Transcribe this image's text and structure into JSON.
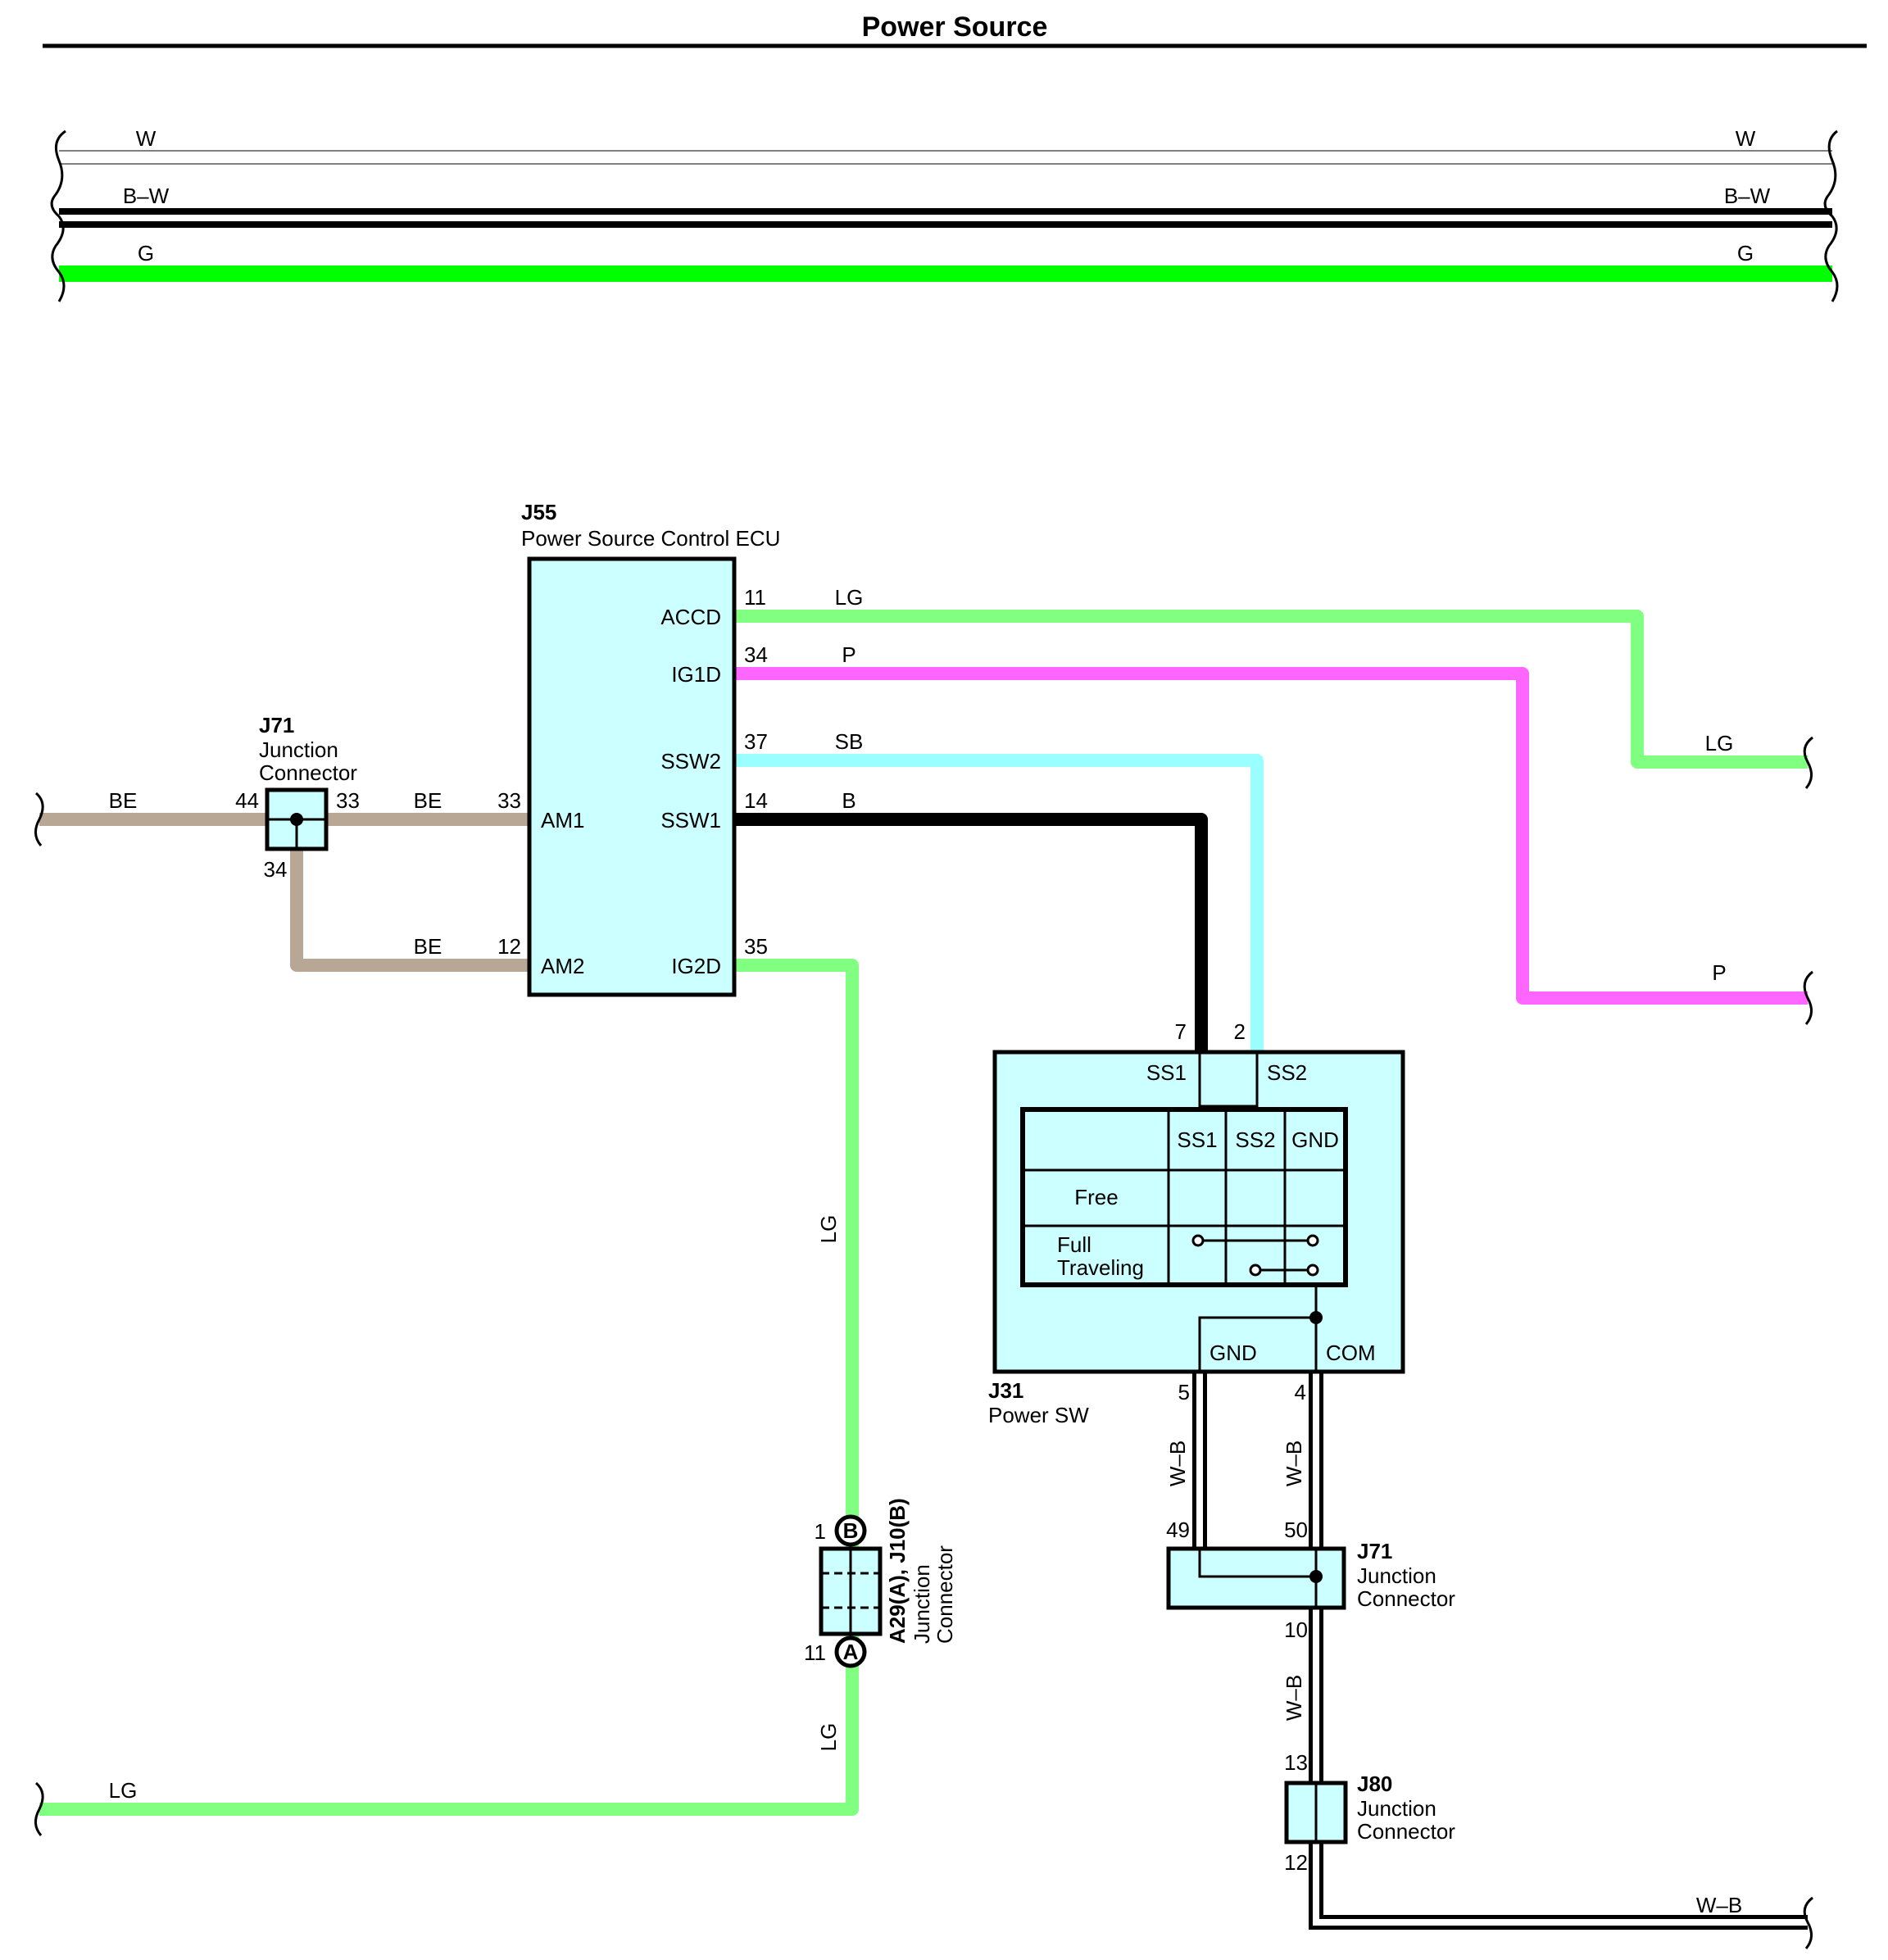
{
  "title": "Power Source",
  "top_wires": [
    {
      "left": "W",
      "right": "W"
    },
    {
      "left": "B–W",
      "right": "B–W"
    },
    {
      "left": "G",
      "right": "G"
    }
  ],
  "ecu": {
    "id": "J55",
    "name": "Power Source Control ECU",
    "pins": {
      "accd": "ACCD",
      "ig1d": "IG1D",
      "ssw2": "SSW2",
      "ssw1": "SSW1",
      "am1": "AM1",
      "am2": "AM2",
      "ig2d": "IG2D"
    },
    "pin_nums": {
      "accd": "11",
      "ig1d": "34",
      "ssw2": "37",
      "ssw1": "14",
      "am1": "33",
      "am2": "12",
      "ig2d": "35"
    }
  },
  "wire_colors": {
    "accd": "LG",
    "ig1d": "P",
    "ssw2": "SB",
    "ssw1": "B",
    "be": "BE",
    "lg": "LG",
    "wb": "W–B"
  },
  "right_ends": {
    "lg": "LG",
    "p": "P",
    "wb": "W–B"
  },
  "left_ends": {
    "be": "BE",
    "lg": "LG"
  },
  "j71_top": {
    "id": "J71",
    "name1": "Junction",
    "name2": "Connector",
    "pin_left": "44",
    "pin_right": "33",
    "pin_bottom": "34"
  },
  "power_sw": {
    "id": "J31",
    "name": "Power SW",
    "ss1": "SS1",
    "ss2": "SS2",
    "gnd": "GND",
    "com": "COM",
    "pin_ss1": "7",
    "pin_ss2": "2",
    "pin_gnd": "5",
    "pin_com": "4",
    "table": {
      "h1": "SS1",
      "h2": "SS2",
      "h3": "GND",
      "row1": "Free",
      "row2a": "Full",
      "row2b": "Traveling"
    }
  },
  "j71_bottom": {
    "id": "J71",
    "name1": "Junction",
    "name2": "Connector",
    "pin_a": "49",
    "pin_b": "50",
    "pin_out": "10"
  },
  "j80": {
    "id": "J80",
    "name1": "Junction",
    "name2": "Connector",
    "pin_in": "13",
    "pin_out": "12"
  },
  "a29": {
    "id": "A29(A), J10(B)",
    "name1": "Junction",
    "name2": "Connector",
    "pin_b": "1",
    "pin_a": "11",
    "label_b": "B",
    "label_a": "A"
  },
  "colors": {
    "LG": "#80ff80",
    "P": "#ff66ff",
    "SB": "#99ffff",
    "B": "#000000",
    "BE": "#b8a795",
    "G": "#00ff00",
    "box": "#ccffff"
  }
}
